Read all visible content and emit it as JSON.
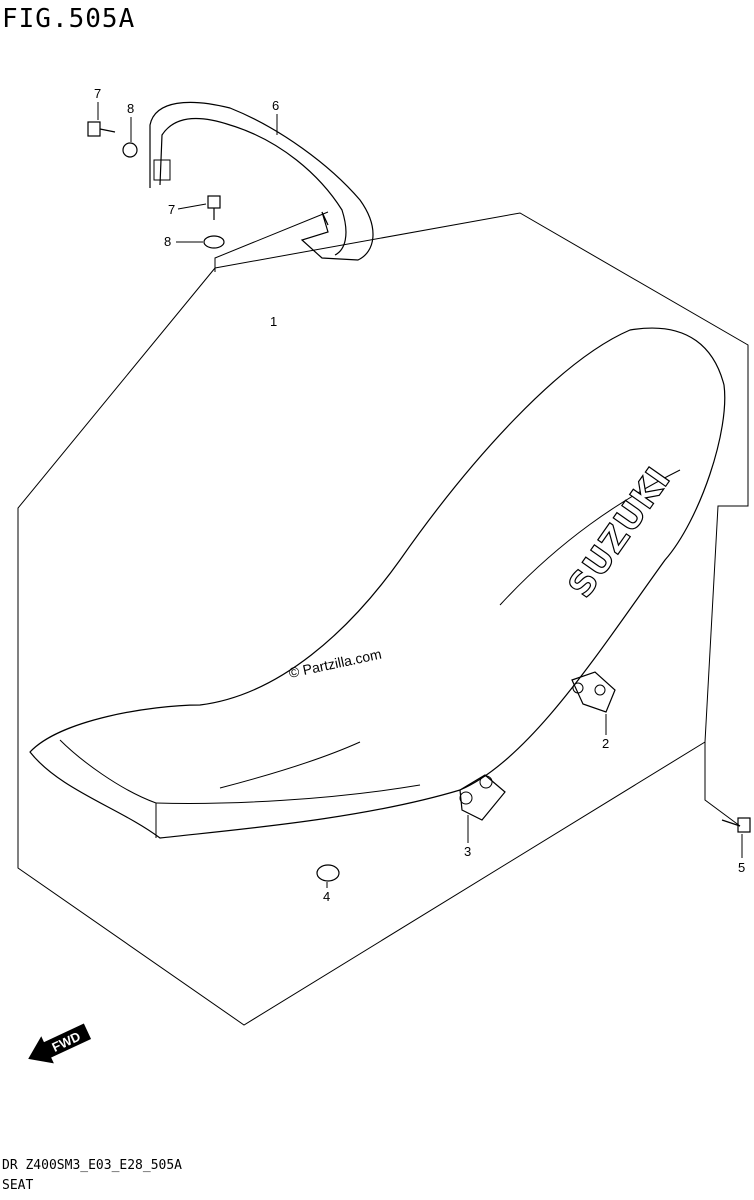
{
  "header": {
    "figure_title": "FIG.505A"
  },
  "footer": {
    "model_code": "DR Z400SM3_E03_E28_505A",
    "section_name": "SEAT"
  },
  "watermark": "© Partzilla.com",
  "brand_text": "SUZUKI",
  "direction_label": "FWD",
  "callouts": {
    "seat": "1",
    "bracket_rear": "2",
    "bracket_front": "3",
    "cushion": "4",
    "bolt_seat": "5",
    "grab_handle": "6",
    "bolt_upper": "7",
    "washer_upper": "8",
    "bolt_lower": "7",
    "washer_lower": "8"
  }
}
